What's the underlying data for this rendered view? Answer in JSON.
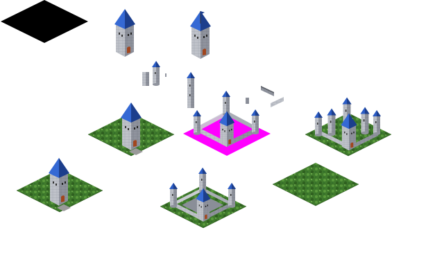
{
  "sheet": {
    "background": "#ffffff",
    "colors": {
      "grass": "#3f7a2c",
      "grass_dark": "#2f6020",
      "grass_light": "#5a9a3c",
      "stone": "#b9bcc4",
      "stone_dark": "#8a8e98",
      "stone_light": "#d6d8de",
      "roof": "#2a5bc4",
      "roof_dark": "#1c3e8c",
      "door": "#a2461e",
      "magenta": "#ff00ff",
      "shadow_tile": "#000000",
      "path": "#9a9a9a"
    }
  },
  "sprites": [
    {
      "id": "black-diamond-tile",
      "icon": "black-isometric-tile"
    },
    {
      "id": "tower-large-a",
      "icon": "square-tower-blue-roof"
    },
    {
      "id": "tower-large-b",
      "icon": "square-tower-blue-roof-flag"
    },
    {
      "id": "wall-pieces",
      "icon": "small-wall-segments"
    },
    {
      "id": "tall-tower",
      "icon": "round-tower-tall"
    },
    {
      "id": "castle-on-magenta",
      "icon": "walled-keep-magenta-mask"
    },
    {
      "id": "wall-fragments",
      "icon": "wall-fragments"
    },
    {
      "id": "large-castle-on-grass",
      "icon": "large-castle-five-towers"
    },
    {
      "id": "tower-on-grass-1",
      "icon": "tower-on-grass-tile"
    },
    {
      "id": "tower-on-grass-2",
      "icon": "tower-on-grass-tile"
    },
    {
      "id": "walled-keep-on-grass",
      "icon": "walled-keep-grass"
    },
    {
      "id": "empty-grass-tile",
      "icon": "grass-isometric-tile"
    }
  ]
}
